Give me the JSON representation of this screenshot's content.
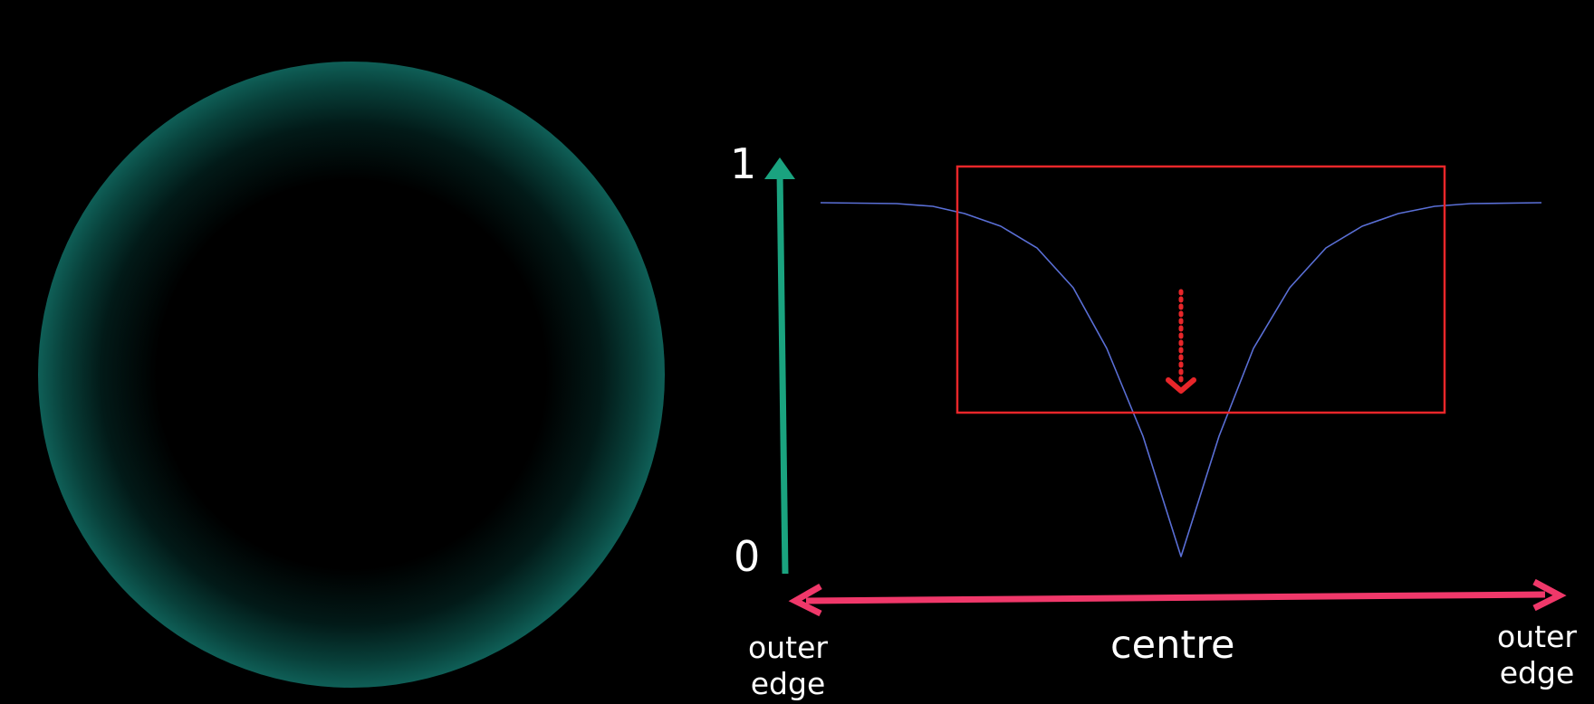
{
  "sphere": {
    "rim_color": "#0f5f57",
    "core_color": "#000000"
  },
  "graph": {
    "y_axis": {
      "color": "#1aa37f",
      "tick_top": "1",
      "tick_bottom": "0"
    },
    "x_axis": {
      "color": "#f0386a",
      "label_left": "outer\nedge",
      "label_center": "centre",
      "label_right": "outer\nedge"
    },
    "curve": {
      "color": "#5a6fd6"
    },
    "highlight_box": {
      "color": "#e8262a"
    },
    "down_arrow": {
      "color": "#e8262a"
    }
  }
}
